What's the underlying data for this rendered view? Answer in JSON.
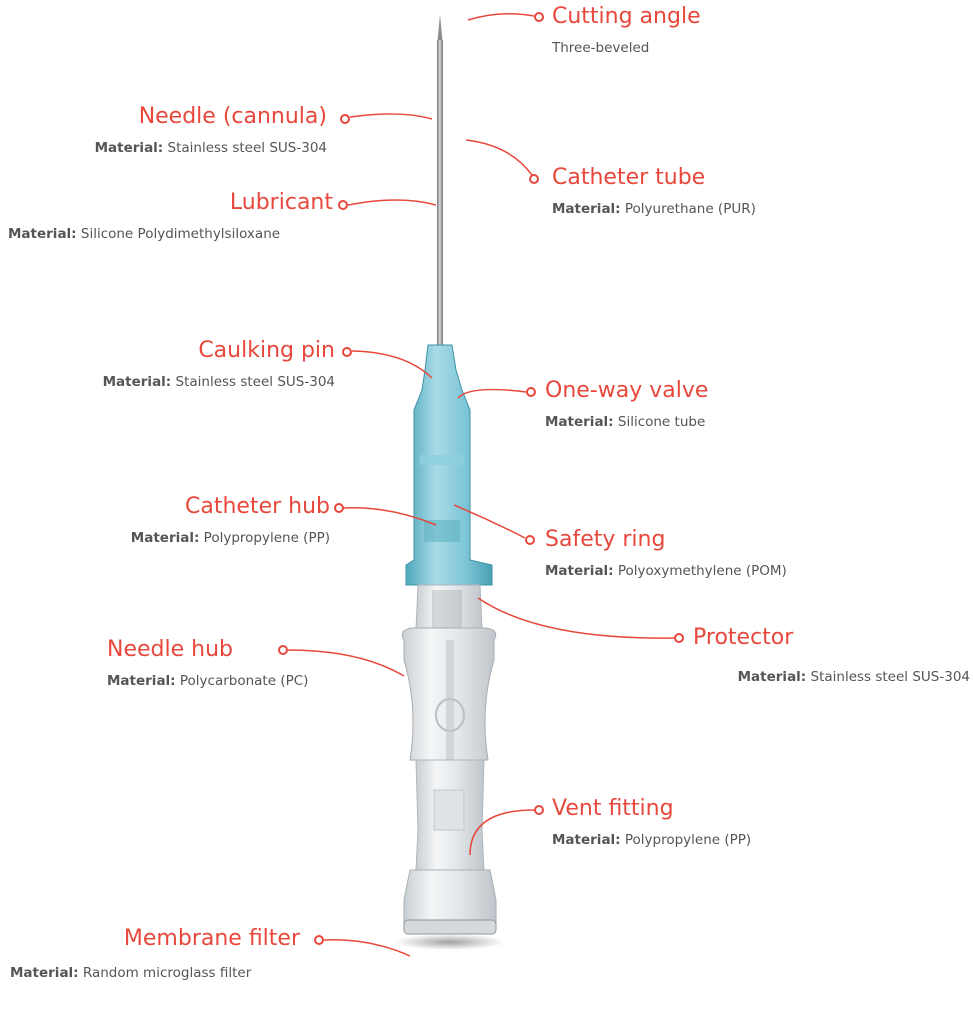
{
  "colors": {
    "accent": "#e8473b",
    "text": "#555555",
    "plastic_blue": "#6ec0d2",
    "steel": "#8a8f94"
  },
  "material_prefix": "Material:",
  "labels": {
    "cutting_angle": {
      "title": "Cutting angle",
      "material": "Three-beveled"
    },
    "needle_cannula": {
      "title": "Needle (cannula)",
      "material": "Stainless steel SUS-304"
    },
    "catheter_tube": {
      "title": "Catheter tube",
      "material": "Polyurethane (PUR)"
    },
    "lubricant": {
      "title": "Lubricant",
      "material": "Silicone Polydimethylsiloxane"
    },
    "caulking_pin": {
      "title": "Caulking pin",
      "material": "Stainless steel SUS-304"
    },
    "one_way_valve": {
      "title": "One-way valve",
      "material": "Silicone tube"
    },
    "catheter_hub": {
      "title": "Catheter hub",
      "material": "Polypropylene (PP)"
    },
    "safety_ring": {
      "title": "Safety ring",
      "material": "Polyoxymethylene (POM)"
    },
    "protector": {
      "title": "Protector",
      "material": "Stainless steel SUS-304"
    },
    "needle_hub": {
      "title": "Needle hub",
      "material": "Polycarbonate (PC)"
    },
    "vent_fitting": {
      "title": "Vent fitting",
      "material": "Polypropylene (PP)"
    },
    "membrane_filter": {
      "title": "Membrane filter",
      "material": "Random microglass filter"
    }
  }
}
